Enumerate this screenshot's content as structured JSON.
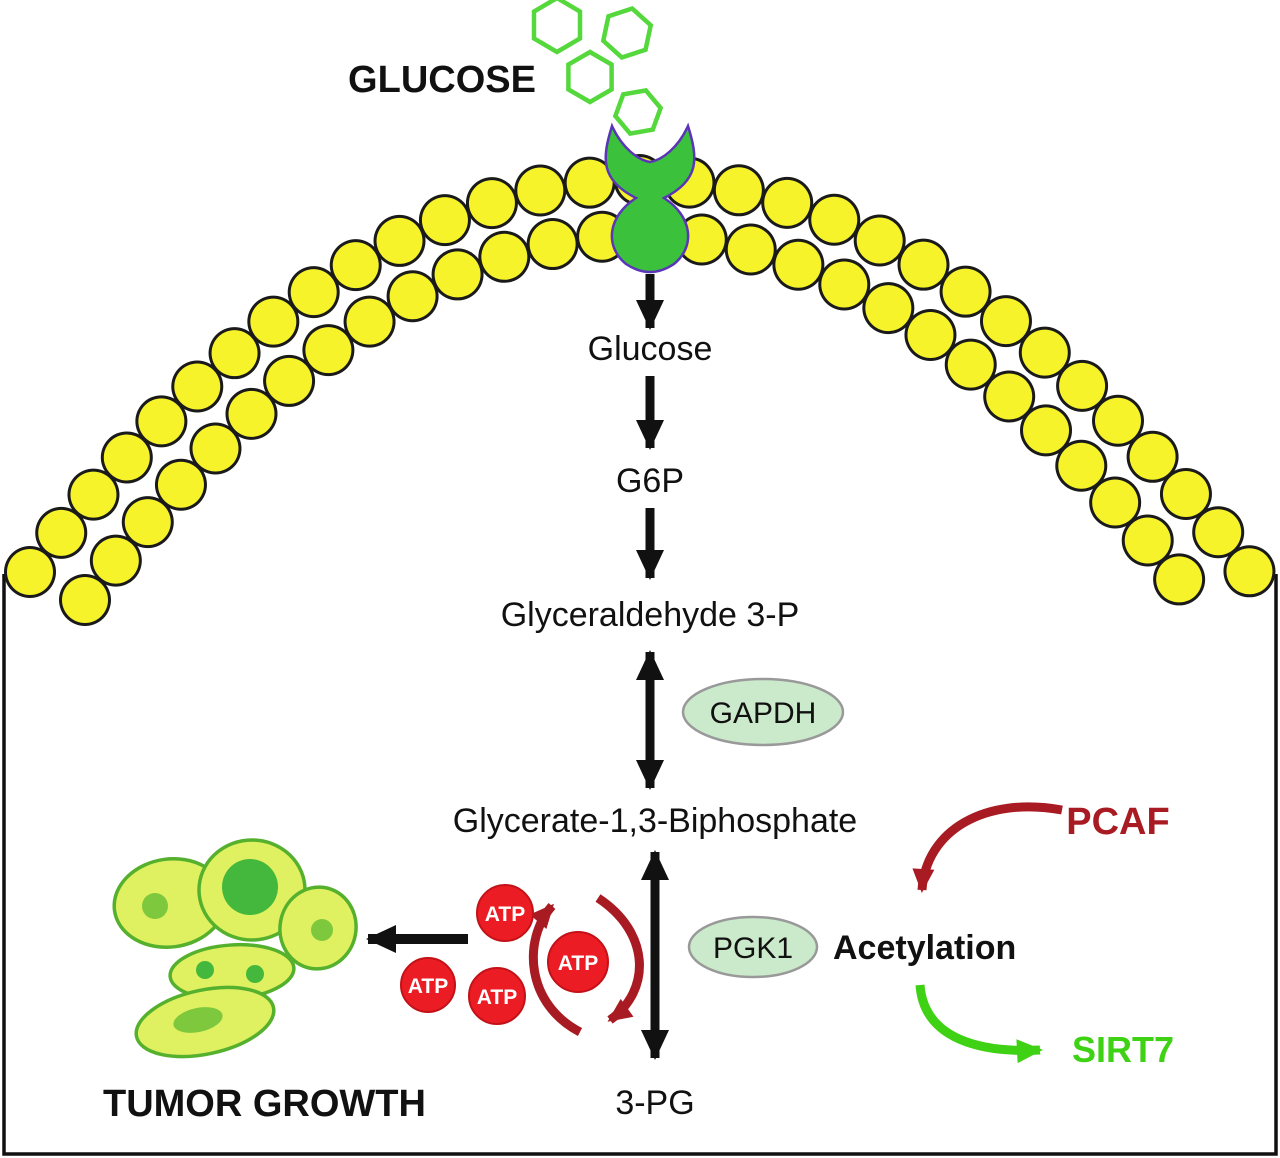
{
  "title": "GLUCOSE",
  "pathway": {
    "glucose": "Glucose",
    "g6p": "G6P",
    "ga3p": "Glyceraldehyde 3-P",
    "gapdh": "GAPDH",
    "g13bp": "Glycerate-1,3-Biphosphate",
    "pgk1": "PGK1",
    "pg3": "3-PG"
  },
  "regulation": {
    "pcaf": "PCAF",
    "acetylation": "Acetylation",
    "sirt7": "SIRT7"
  },
  "energy": {
    "atp": "ATP"
  },
  "tumor": {
    "label": "TUMOR GROWTH"
  },
  "colors": {
    "membrane_yellow": "#f6f32a",
    "outline": "#1a1a1a",
    "transporter_green": "#3cc13c",
    "transporter_outline": "#5a35b8",
    "hexagon_green": "#55d83c",
    "enzyme_fill": "#cbeacb",
    "enzyme_stroke": "#999999",
    "atp_red": "#ec1c24",
    "dark_red": "#a91b23",
    "sirt_green": "#3fd114",
    "cell_fill": "#dff060",
    "cell_stroke": "#55b02d",
    "nucleus_green": "#7dc83c",
    "nucleus_dark": "#44b83c"
  }
}
